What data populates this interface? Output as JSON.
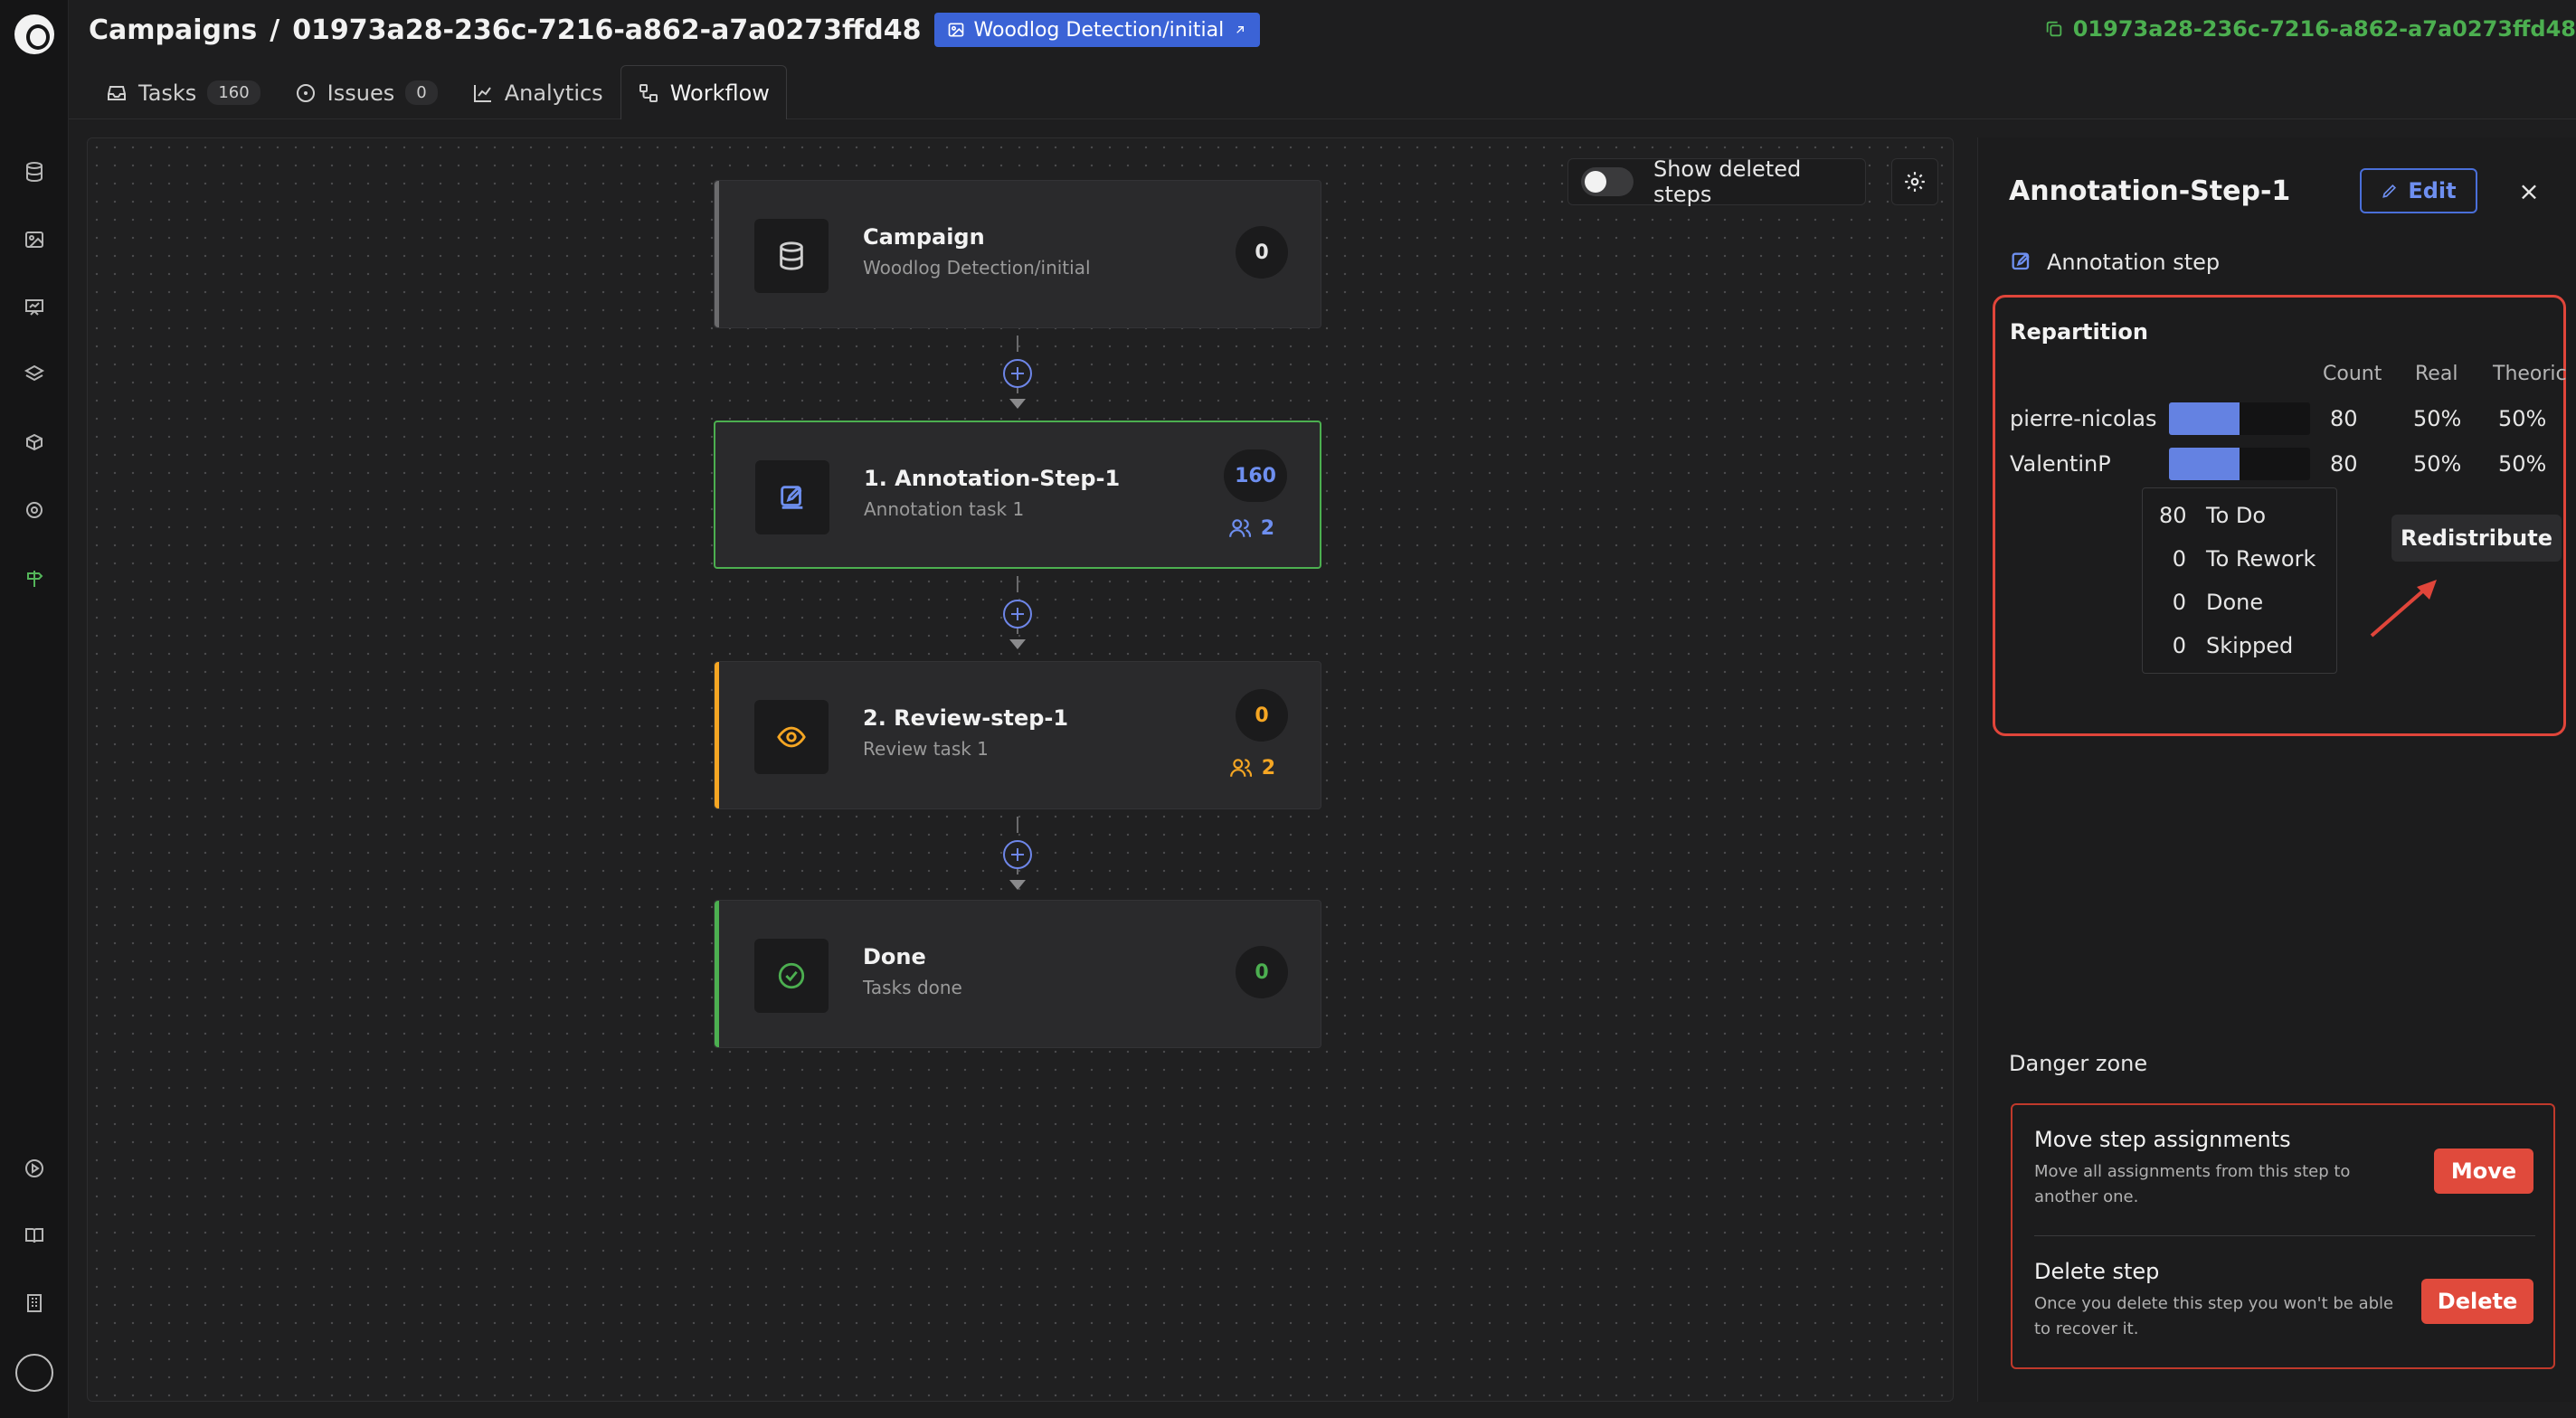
{
  "header": {
    "breadcrumb_root": "Campaigns",
    "separator": "/",
    "campaign_id": "01973a28-236c-7216-a862-a7a0273ffd48",
    "dataset_chip": "Woodlog Detection/initial",
    "copy_id": "01973a28-236c-7216-a862-a7a0273ffd48",
    "accent_color": "#4caf50"
  },
  "tabs": [
    {
      "label": "Tasks",
      "count": "160",
      "icon": "inbox-icon"
    },
    {
      "label": "Issues",
      "count": "0",
      "icon": "alert-circle-icon"
    },
    {
      "label": "Analytics",
      "icon": "line-chart-icon"
    },
    {
      "label": "Workflow",
      "icon": "workflow-icon",
      "active": true
    }
  ],
  "canvas": {
    "show_deleted_label": "Show deleted steps",
    "show_deleted_on": false
  },
  "nodes": [
    {
      "name": "Campaign",
      "sub": "Woodlog Detection/initial",
      "count": "0",
      "color": "#6b6b6d"
    },
    {
      "name": "1. Annotation-Step-1",
      "sub": "Annotation task 1",
      "count": "160",
      "users": "2",
      "color": "#4caf50",
      "accent": "#6e8ff0"
    },
    {
      "name": "2. Review-step-1",
      "sub": "Review task 1",
      "count": "0",
      "users": "2",
      "color": "#f5a623",
      "accent": "#f5a623"
    },
    {
      "name": "Done",
      "sub": "Tasks done",
      "count": "0",
      "color": "#4caf50",
      "accent": "#4caf50"
    }
  ],
  "panel": {
    "title": "Annotation-Step-1",
    "edit_label": "Edit",
    "close_label": "×",
    "step_type": "Annotation step",
    "repartition": {
      "title": "Repartition",
      "columns": [
        "Count",
        "Real",
        "Theoric"
      ],
      "rows": [
        {
          "name": "pierre-nicolas",
          "count": "80",
          "real": "50%",
          "theoric": "50%",
          "fill": 0.5
        },
        {
          "name": "ValentinP",
          "count": "80",
          "real": "50%",
          "theoric": "50%",
          "fill": 0.5
        }
      ],
      "tooltip": [
        {
          "num": "80",
          "label": "To Do"
        },
        {
          "num": "0",
          "label": "To Rework"
        },
        {
          "num": "0",
          "label": "Done"
        },
        {
          "num": "0",
          "label": "Skipped"
        }
      ],
      "redistribute_label": "Redistribute"
    },
    "danger": {
      "title": "Danger zone",
      "move_title": "Move step assignments",
      "move_desc": "Move all assignments from this step to another one.",
      "move_label": "Move",
      "delete_title": "Delete step",
      "delete_desc": "Once you delete this step you won't be able to recover it.",
      "delete_label": "Delete"
    }
  }
}
